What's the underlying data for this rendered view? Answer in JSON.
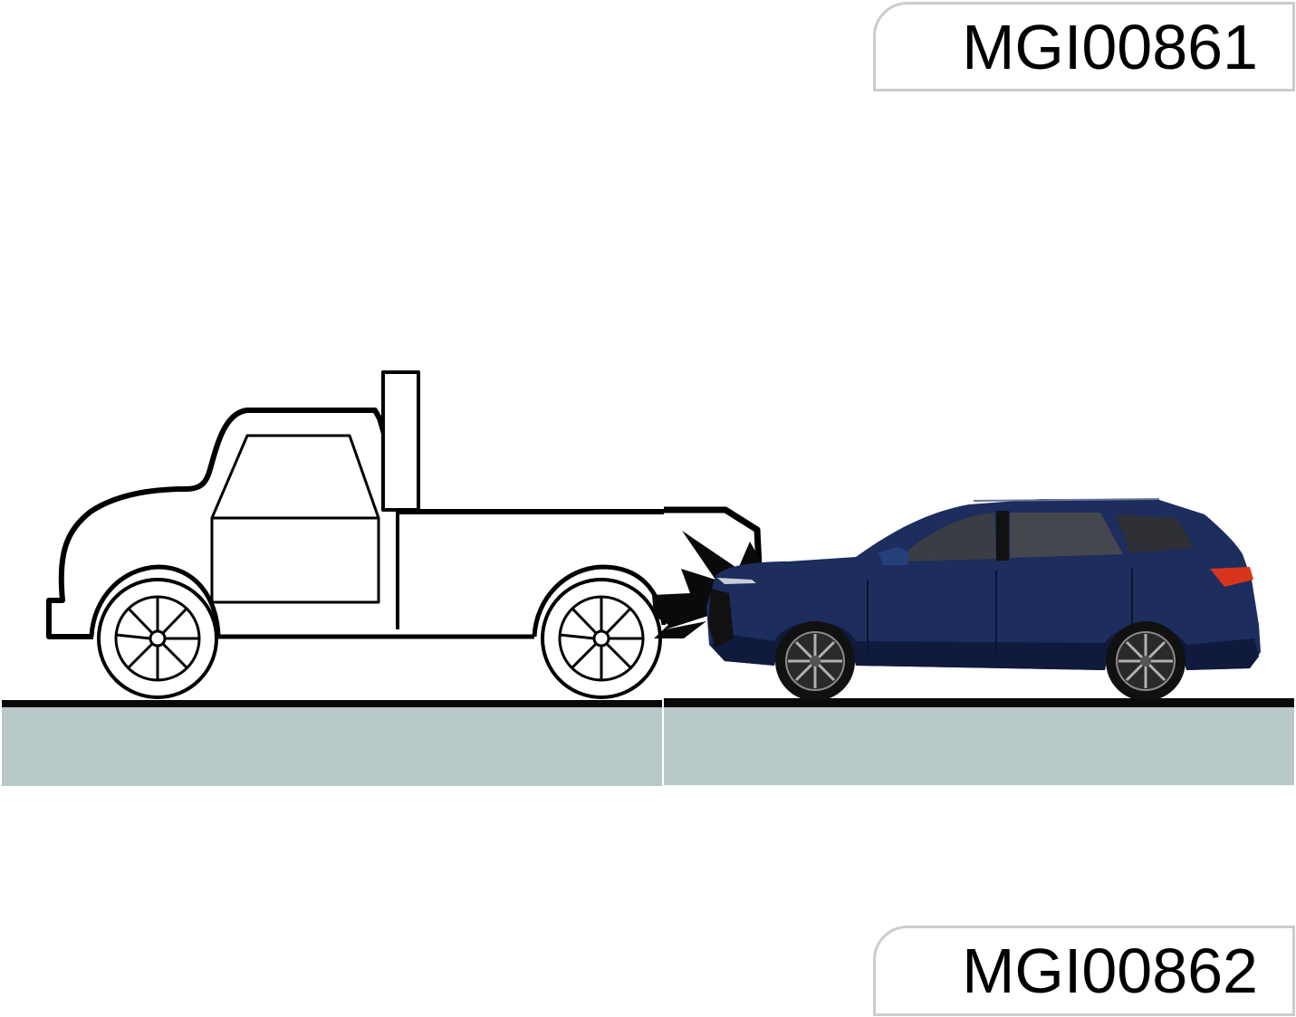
{
  "labels": {
    "top_code": "MGI00861",
    "bottom_code": "MGI00862"
  },
  "scene": {
    "description": "Line-drawn truck being struck from behind by a dark blue SUV, impact burst between them, on a road surface",
    "colors": {
      "outline": "#000000",
      "road_surface": "#b9c9c9",
      "road_edge": "#0a0a0a",
      "suv_body": "#1c2d5e",
      "suv_body_dark": "#0f1a3c",
      "suv_glass": "#3a3d44",
      "suv_taillight": "#d8361c",
      "label_border": "#cccccc"
    },
    "elements": [
      "truck-outline",
      "truck-front-wheel",
      "truck-rear-wheel",
      "exhaust-stack",
      "impact-burst",
      "suv",
      "road"
    ]
  }
}
